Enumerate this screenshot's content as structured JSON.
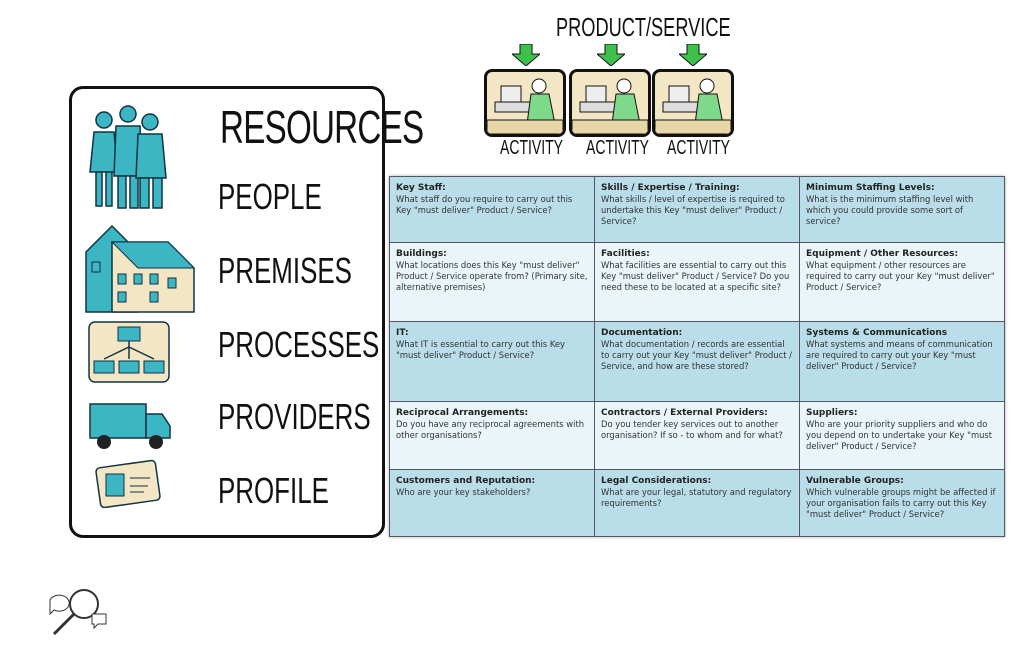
{
  "top": {
    "title": "PRODUCT/SERVICE",
    "activities": [
      "ACTIVITY",
      "ACTIVITY",
      "ACTIVITY"
    ]
  },
  "resources": {
    "title": "RESOURCES",
    "items": [
      "PEOPLE",
      "PREMISES",
      "PROCESSES",
      "PROVIDERS",
      "PROFILE"
    ]
  },
  "grid": [
    [
      {
        "h": "Key Staff:",
        "t": "What staff do you require to carry out this Key \"must deliver\" Product / Service?"
      },
      {
        "h": "Skills / Expertise / Training:",
        "t": "What skills / level of expertise is required to undertake this Key \"must deliver\" Product / Service?"
      },
      {
        "h": "Minimum Staffing Levels:",
        "t": "What is the minimum staffing level with which you could provide some sort of service?"
      }
    ],
    [
      {
        "h": "Buildings:",
        "t": "What locations does this Key \"must deliver\" Product / Service operate from? (Primary site, alternative premises)"
      },
      {
        "h": "Facilities:",
        "t": "What facilities are essential to carry out this Key \"must deliver\" Product / Service? Do you need these to be located at a specific site?"
      },
      {
        "h": "Equipment / Other Resources:",
        "t": "What equipment / other resources are required to carry out your Key \"must deliver\" Product / Service?"
      }
    ],
    [
      {
        "h": "IT:",
        "t": "What IT is essential to carry out this Key \"must deliver\" Product / Service?"
      },
      {
        "h": "Documentation:",
        "t": "What documentation / records are essential to carry out your Key \"must deliver\" Product / Service, and how are these stored?"
      },
      {
        "h": "Systems & Communications",
        "t": "What systems and means of communication are required to carry out your Key \"must deliver\" Product / Service?"
      }
    ],
    [
      {
        "h": "Reciprocal Arrangements:",
        "t": "Do you have any reciprocal agreements with other organisations?"
      },
      {
        "h": "Contractors / External Providers:",
        "t": "Do you tender key services out to another organisation? If so - to whom and for what?"
      },
      {
        "h": "Suppliers:",
        "t": "Who are your priority suppliers and who do you depend on to undertake your Key \"must deliver\" Product / Service?"
      }
    ],
    [
      {
        "h": "Customers and Reputation:",
        "t": "Who are your key stakeholders?"
      },
      {
        "h": "Legal Considerations:",
        "t": "What are your legal, statutory and regulatory requirements?"
      },
      {
        "h": "Vulnerable Groups:",
        "t": "Which vulnerable groups might be affected if your organisation fails to carry out this Key \"must deliver\" Product / Service?"
      }
    ]
  ],
  "colors": {
    "teal": "#3cb6c2",
    "green": "#3cc24a",
    "dark_row": "#b9dde9",
    "light_row": "#eaf5f9"
  }
}
